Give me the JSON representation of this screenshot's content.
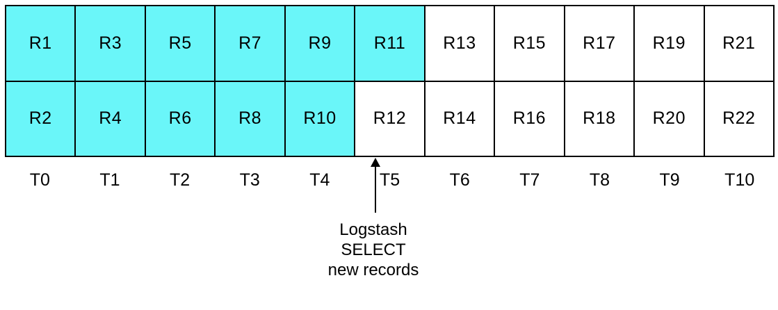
{
  "colors": {
    "highlight": "#6AF6F9",
    "grid_border": "#000000",
    "text": "#000000",
    "background": "#FFFFFF"
  },
  "grid": {
    "rows": [
      {
        "name": "record-row-odd",
        "cells": [
          {
            "label": "R1",
            "highlighted": true
          },
          {
            "label": "R3",
            "highlighted": true
          },
          {
            "label": "R5",
            "highlighted": true
          },
          {
            "label": "R7",
            "highlighted": true
          },
          {
            "label": "R9",
            "highlighted": true
          },
          {
            "label": "R11",
            "highlighted": true
          },
          {
            "label": "R13",
            "highlighted": false
          },
          {
            "label": "R15",
            "highlighted": false
          },
          {
            "label": "R17",
            "highlighted": false
          },
          {
            "label": "R19",
            "highlighted": false
          },
          {
            "label": "R21",
            "highlighted": false
          }
        ]
      },
      {
        "name": "record-row-even",
        "cells": [
          {
            "label": "R2",
            "highlighted": true
          },
          {
            "label": "R4",
            "highlighted": true
          },
          {
            "label": "R6",
            "highlighted": true
          },
          {
            "label": "R8",
            "highlighted": true
          },
          {
            "label": "R10",
            "highlighted": true
          },
          {
            "label": "R12",
            "highlighted": false
          },
          {
            "label": "R14",
            "highlighted": false
          },
          {
            "label": "R16",
            "highlighted": false
          },
          {
            "label": "R18",
            "highlighted": false
          },
          {
            "label": "R20",
            "highlighted": false
          },
          {
            "label": "R22",
            "highlighted": false
          }
        ]
      }
    ]
  },
  "timeline": {
    "labels": [
      "T0",
      "T1",
      "T2",
      "T3",
      "T4",
      "T5",
      "T6",
      "T7",
      "T8",
      "T9",
      "T10"
    ]
  },
  "annotation": {
    "lines": [
      "Logstash",
      "SELECT",
      "new records"
    ]
  }
}
